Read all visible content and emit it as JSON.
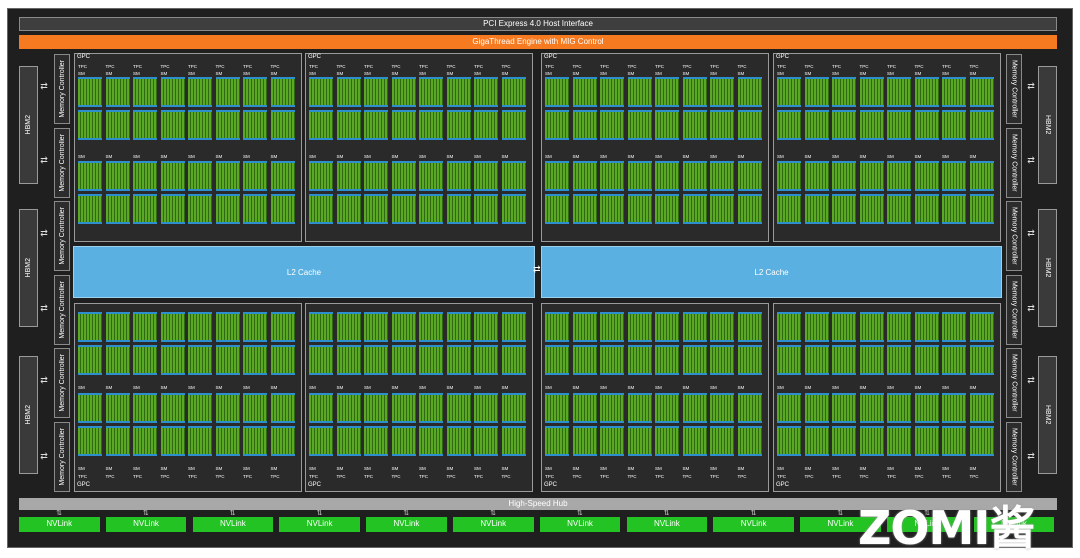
{
  "pcie": "PCI Express 4.0 Host Interface",
  "gigathread": "GigaThread Engine with MIG Control",
  "hbm_label": "HBM2",
  "memory_controller": "Memory Controller",
  "gpc_label": "GPC",
  "tpc_label": "TPC",
  "sm_label": "SM",
  "l2_cache": "L2 Cache",
  "high_speed_hub": "High-Speed Hub",
  "nvlink_label": "NVLink",
  "nvlink_count": 12,
  "watermark": "ZOMI酱",
  "colors": {
    "die_bg": "#1f1f1f",
    "gigathread": "#f57a20",
    "l2": "#5ab0e0",
    "sm_core": "#5aa823",
    "sm_border": "#2e8fcf",
    "nvlink": "#22c322",
    "hub": "#a8a8a8"
  },
  "structure": {
    "gpcs": 8,
    "tpcs_per_gpc": 8,
    "sms_per_tpc": 2,
    "hbm_stacks": 6,
    "memory_controllers": 12
  }
}
